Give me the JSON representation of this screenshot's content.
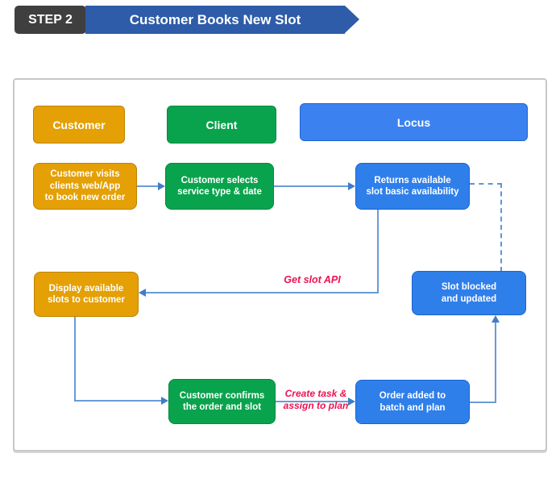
{
  "header": {
    "step_label": "STEP 2",
    "title": "Customer Books New Slot"
  },
  "lanes": [
    {
      "id": "customer",
      "label": "Customer",
      "color": "#E4A004"
    },
    {
      "id": "client",
      "label": "Client",
      "color": "#0AA34D"
    },
    {
      "id": "locus",
      "label": "Locus",
      "color": "#3B82F0"
    }
  ],
  "nodes": [
    {
      "id": "customer-visits",
      "lane": "customer",
      "text": "Customer visits\nclients web/App\nto book new order",
      "color": "#E4A004"
    },
    {
      "id": "customer-selects",
      "lane": "client",
      "text": "Customer selects\nservice type & date",
      "color": "#0AA34D"
    },
    {
      "id": "returns-available",
      "lane": "locus",
      "text": "Returns available\nslot basic availability",
      "color": "#2F7FEB"
    },
    {
      "id": "display-available",
      "lane": "customer",
      "text": "Display available\nslots to customer",
      "color": "#E4A004"
    },
    {
      "id": "slot-blocked",
      "lane": "locus",
      "text": "Slot blocked\nand updated",
      "color": "#2F7FEB"
    },
    {
      "id": "customer-confirms",
      "lane": "client",
      "text": "Customer confirms\nthe order and slot",
      "color": "#0AA34D"
    },
    {
      "id": "order-added",
      "lane": "locus",
      "text": "Order added to\nbatch and plan",
      "color": "#2F7FEB"
    }
  ],
  "edge_labels": [
    {
      "id": "get-slot-api",
      "text": "Get slot API",
      "color": "#ED1250"
    },
    {
      "id": "create-task",
      "text": "Create task &\nassign to plan",
      "color": "#ED1250"
    }
  ],
  "colors": {
    "connector": "#6A9BD8",
    "arrowhead": "#3E7EC9",
    "step_badge_bg": "#3F3F3F",
    "title_bar_bg": "#2E5CA8",
    "container_border": "#C8C8C8"
  }
}
